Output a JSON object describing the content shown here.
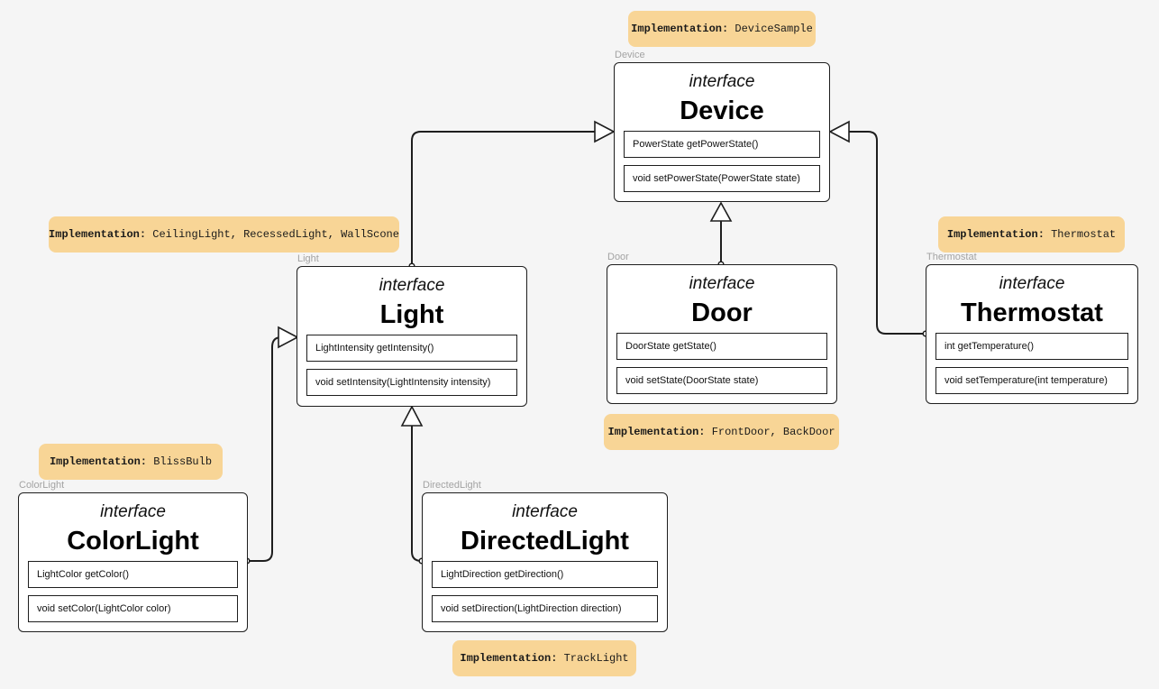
{
  "diagram": {
    "stereotype": "interface",
    "interfaces": {
      "device": {
        "frame_label": "Device",
        "name": "Device",
        "methods": [
          "PowerState getPowerState()",
          "void setPowerState(PowerState state)"
        ]
      },
      "light": {
        "frame_label": "Light",
        "name": "Light",
        "methods": [
          "LightIntensity getIntensity()",
          "void setIntensity(LightIntensity intensity)"
        ]
      },
      "door": {
        "frame_label": "Door",
        "name": "Door",
        "methods": [
          "DoorState getState()",
          "void setState(DoorState state)"
        ]
      },
      "thermostat": {
        "frame_label": "Thermostat",
        "name": "Thermostat",
        "methods": [
          "int getTemperature()",
          "void setTemperature(int temperature)"
        ]
      },
      "colorlight": {
        "frame_label": "ColorLight",
        "name": "ColorLight",
        "methods": [
          "LightColor getColor()",
          "void setColor(LightColor color)"
        ]
      },
      "directedlight": {
        "frame_label": "DirectedLight",
        "name": "DirectedLight",
        "methods": [
          "LightDirection getDirection()",
          "void setDirection(LightDirection direction)"
        ]
      }
    },
    "implementations": {
      "label": "Implementation:",
      "device": "DeviceSample",
      "light": "CeilingLight, RecessedLight, WallScone",
      "door": "FrontDoor, BackDoor",
      "thermostat": "Thermostat",
      "colorlight": "BlissBulb",
      "directedlight": "TrackLight"
    },
    "relations": [
      {
        "from": "Light",
        "to": "Device",
        "type": "extends"
      },
      {
        "from": "Door",
        "to": "Device",
        "type": "extends"
      },
      {
        "from": "Thermostat",
        "to": "Device",
        "type": "extends"
      },
      {
        "from": "ColorLight",
        "to": "Light",
        "type": "extends"
      },
      {
        "from": "DirectedLight",
        "to": "Light",
        "type": "extends"
      }
    ],
    "colors": {
      "background": "#f5f5f5",
      "implementation_note": "#f8d596",
      "stroke": "#1e1e1e",
      "frame_label": "#a3a3a3"
    }
  }
}
